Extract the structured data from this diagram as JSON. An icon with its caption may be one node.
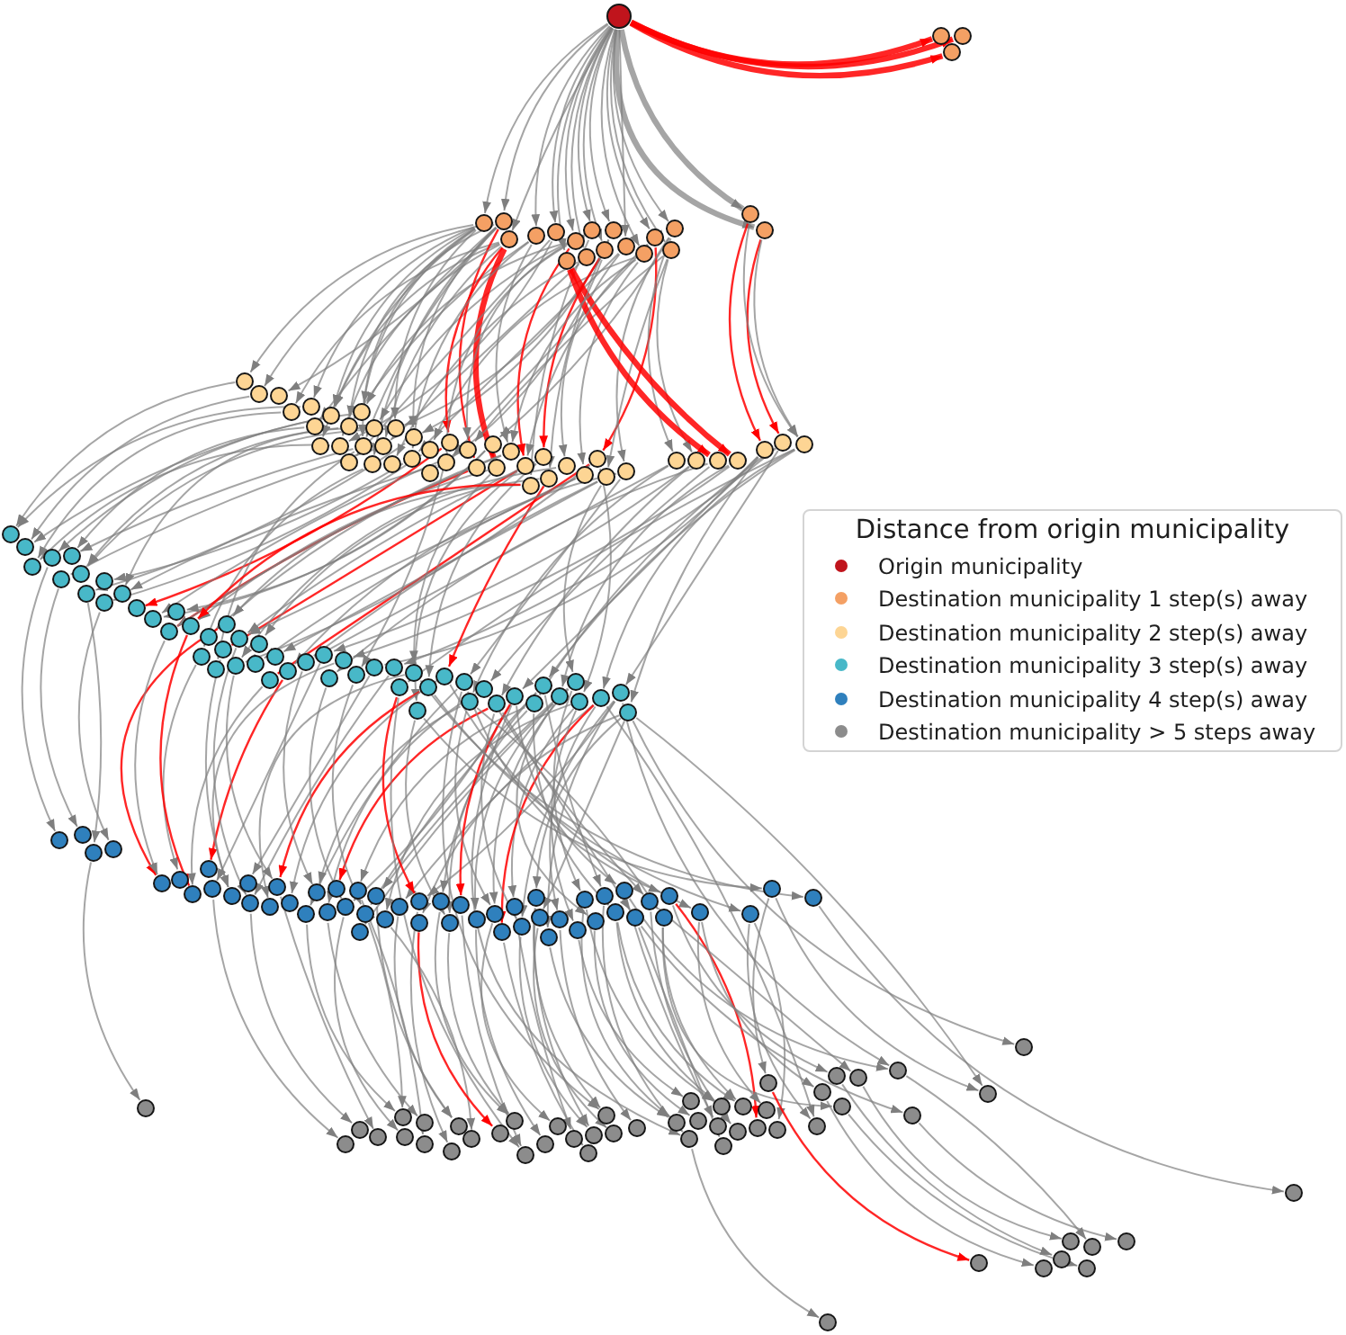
{
  "diagram": {
    "nodes": [
      {
        "text": [],
        "shape": "circle"
      },
      {
        "text": [],
        "shape": "circle"
      },
      {
        "text": [],
        "shape": "circle"
      },
      {
        "text": [],
        "shape": "circle"
      },
      {
        "text": [],
        "shape": "circle"
      },
      {
        "text": [],
        "shape": "circle"
      },
      {
        "text": [],
        "shape": "circle"
      },
      {
        "text": [],
        "shape": "circle"
      },
      {
        "text": [],
        "shape": "circle"
      },
      {
        "text": [],
        "shape": "circle"
      },
      {
        "text": [],
        "shape": "circle"
      },
      {
        "text": [],
        "shape": "circle"
      },
      {
        "text": [],
        "shape": "circle"
      },
      {
        "text": [],
        "shape": "circle"
      },
      {
        "text": [],
        "shape": "circle"
      },
      {
        "text": [],
        "shape": "circle"
      },
      {
        "text": [],
        "shape": "circle"
      },
      {
        "text": [],
        "shape": "circle"
      },
      {
        "text": [],
        "shape": "circle"
      },
      {
        "text": [],
        "shape": "circle"
      },
      {
        "text": [],
        "shape": "circle"
      },
      {
        "text": [],
        "shape": "circle"
      },
      {
        "text": [],
        "shape": "circle"
      },
      {
        "text": [],
        "shape": "circle"
      },
      {
        "text": [],
        "shape": "circle"
      },
      {
        "text": [],
        "shape": "circle"
      },
      {
        "text": [],
        "shape": "circle"
      },
      {
        "text": [],
        "shape": "circle"
      },
      {
        "text": [],
        "shape": "circle"
      },
      {
        "text": [],
        "shape": "circle"
      },
      {
        "text": [],
        "shape": "circle"
      },
      {
        "text": [],
        "shape": "circle"
      },
      {
        "text": [],
        "shape": "circle"
      },
      {
        "text": [],
        "shape": "circle"
      },
      {
        "text": [],
        "shape": "circle"
      },
      {
        "text": [],
        "shape": "circle"
      },
      {
        "text": [],
        "shape": "circle"
      },
      {
        "text": [],
        "shape": "circle"
      },
      {
        "text": [],
        "shape": "circle"
      },
      {
        "text": [],
        "shape": "circle"
      },
      {
        "text": [],
        "shape": "circle"
      },
      {
        "text": [],
        "shape": "circle"
      },
      {
        "text": [],
        "shape": "circle"
      },
      {
        "text": [],
        "shape": "circle"
      },
      {
        "text": [],
        "shape": "circle"
      },
      {
        "text": [],
        "shape": "circle"
      },
      {
        "text": [],
        "shape": "circle"
      },
      {
        "text": [],
        "shape": "circle"
      },
      {
        "text": [],
        "shape": "circle"
      },
      {
        "text": [],
        "shape": "circle"
      },
      {
        "text": [],
        "shape": "circle"
      },
      {
        "text": [],
        "shape": "circle"
      },
      {
        "text": [],
        "shape": "circle"
      },
      {
        "text": [],
        "shape": "circle"
      },
      {
        "text": [],
        "shape": "circle"
      },
      {
        "text": [],
        "shape": "circle"
      },
      {
        "text": [],
        "shape": "circle"
      },
      {
        "text": [],
        "shape": "circle"
      },
      {
        "text": [],
        "shape": "circle"
      },
      {
        "text": [],
        "shape": "circle"
      },
      {
        "text": [],
        "shape": "circle"
      },
      {
        "text": [],
        "shape": "circle"
      },
      {
        "text": [],
        "shape": "circle"
      },
      {
        "text": [],
        "shape": "circle"
      },
      {
        "text": [],
        "shape": "circle"
      },
      {
        "text": [],
        "shape": "circle"
      },
      {
        "text": [],
        "shape": "circle"
      },
      {
        "text": [],
        "shape": "circle"
      },
      {
        "text": [],
        "shape": "circle"
      },
      {
        "text": [],
        "shape": "circle"
      },
      {
        "text": [],
        "shape": "circle"
      },
      {
        "text": [],
        "shape": "circle"
      },
      {
        "text": [],
        "shape": "circle"
      },
      {
        "text": [],
        "shape": "circle"
      },
      {
        "text": [],
        "shape": "circle"
      },
      {
        "text": [],
        "shape": "circle"
      },
      {
        "text": [],
        "shape": "circle"
      },
      {
        "text": [],
        "shape": "circle"
      },
      {
        "text": [],
        "shape": "circle"
      },
      {
        "text": [],
        "shape": "circle"
      },
      {
        "text": [],
        "shape": "circle"
      },
      {
        "text": [],
        "shape": "circle"
      },
      {
        "text": [],
        "shape": "circle"
      },
      {
        "text": [],
        "shape": "circle"
      },
      {
        "text": [],
        "shape": "circle"
      },
      {
        "text": [],
        "shape": "circle"
      },
      {
        "text": [],
        "shape": "circle"
      },
      {
        "text": [],
        "shape": "circle"
      },
      {
        "text": [],
        "shape": "circle"
      },
      {
        "text": [],
        "shape": "circle"
      },
      {
        "text": [],
        "shape": "circle"
      },
      {
        "text": [],
        "shape": "circle"
      },
      {
        "text": [],
        "shape": "circle"
      },
      {
        "text": [],
        "shape": "circle"
      },
      {
        "text": [],
        "shape": "circle"
      },
      {
        "text": [],
        "shape": "circle"
      },
      {
        "text": [],
        "shape": "circle"
      },
      {
        "text": [],
        "shape": "circle"
      },
      {
        "text": [],
        "shape": "circle"
      },
      {
        "text": [],
        "shape": "circle"
      },
      {
        "text": [],
        "shape": "circle"
      },
      {
        "text": [],
        "shape": "circle"
      },
      {
        "text": [],
        "shape": "circle"
      },
      {
        "text": [],
        "shape": "circle"
      },
      {
        "text": [],
        "shape": "circle"
      },
      {
        "text": [],
        "shape": "circle"
      },
      {
        "text": [],
        "shape": "circle"
      },
      {
        "text": [],
        "shape": "circle"
      },
      {
        "text": [],
        "shape": "circle"
      },
      {
        "text": [],
        "shape": "circle"
      },
      {
        "text": [],
        "shape": "circle"
      },
      {
        "text": [],
        "shape": "circle"
      },
      {
        "text": [],
        "shape": "circle"
      },
      {
        "text": [],
        "shape": "circle"
      },
      {
        "text": [],
        "shape": "circle"
      },
      {
        "text": [],
        "shape": "circle"
      },
      {
        "text": [],
        "shape": "circle"
      },
      {
        "text": [],
        "shape": "circle"
      },
      {
        "text": [],
        "shape": "circle"
      },
      {
        "text": [],
        "shape": "circle"
      },
      {
        "text": [],
        "shape": "circle"
      },
      {
        "text": [],
        "shape": "circle"
      },
      {
        "text": [],
        "shape": "circle"
      },
      {
        "text": [],
        "shape": "circle"
      },
      {
        "text": [],
        "shape": "circle"
      },
      {
        "text": [],
        "shape": "circle"
      },
      {
        "text": [],
        "shape": "circle"
      },
      {
        "text": [],
        "shape": "circle"
      },
      {
        "text": [],
        "shape": "circle"
      },
      {
        "text": [],
        "shape": "circle"
      },
      {
        "text": [],
        "shape": "circle"
      },
      {
        "text": [],
        "shape": "circle"
      },
      {
        "text": [],
        "shape": "circle"
      },
      {
        "text": [],
        "shape": "circle"
      },
      {
        "text": [],
        "shape": "circle"
      },
      {
        "text": [],
        "shape": "circle"
      },
      {
        "text": [],
        "shape": "circle"
      },
      {
        "text": [],
        "shape": "circle"
      },
      {
        "text": [],
        "shape": "circle"
      },
      {
        "text": [],
        "shape": "circle"
      },
      {
        "text": [],
        "shape": "circle"
      },
      {
        "text": [],
        "shape": "circle"
      },
      {
        "text": [],
        "shape": "circle"
      },
      {
        "text": [],
        "shape": "circle"
      },
      {
        "text": [],
        "shape": "circle"
      },
      {
        "text": [],
        "shape": "circle"
      },
      {
        "text": [],
        "shape": "circle"
      },
      {
        "text": [],
        "shape": "circle"
      },
      {
        "text": [],
        "shape": "circle"
      },
      {
        "text": [],
        "shape": "circle"
      },
      {
        "text": [],
        "shape": "circle"
      },
      {
        "text": [],
        "shape": "circle"
      },
      {
        "text": [],
        "shape": "circle"
      },
      {
        "text": [],
        "shape": "circle"
      },
      {
        "text": [],
        "shape": "circle"
      },
      {
        "text": [],
        "shape": "circle"
      },
      {
        "text": [],
        "shape": "circle"
      },
      {
        "text": [],
        "shape": "circle"
      },
      {
        "text": [],
        "shape": "circle"
      },
      {
        "text": [],
        "shape": "circle"
      },
      {
        "text": [],
        "shape": "circle"
      },
      {
        "text": [],
        "shape": "circle"
      },
      {
        "text": [],
        "shape": "circle"
      },
      {
        "text": [],
        "shape": "circle"
      },
      {
        "text": [],
        "shape": "circle"
      },
      {
        "text": [],
        "shape": "circle"
      },
      {
        "text": [],
        "shape": "circle"
      },
      {
        "text": [],
        "shape": "circle"
      },
      {
        "text": [],
        "shape": "circle"
      },
      {
        "text": [],
        "shape": "circle"
      },
      {
        "text": [],
        "shape": "circle"
      },
      {
        "text": [],
        "shape": "circle"
      },
      {
        "text": [],
        "shape": "circle"
      },
      {
        "text": [],
        "shape": "circle"
      },
      {
        "text": [],
        "shape": "circle"
      },
      {
        "text": [],
        "shape": "circle"
      },
      {
        "text": [],
        "shape": "circle"
      },
      {
        "text": [],
        "shape": "circle"
      },
      {
        "text": [],
        "shape": "circle"
      },
      {
        "text": [],
        "shape": "circle"
      },
      {
        "text": [],
        "shape": "circle"
      },
      {
        "text": [],
        "shape": "circle"
      },
      {
        "text": [],
        "shape": "circle"
      },
      {
        "text": [],
        "shape": "circle"
      },
      {
        "text": [],
        "shape": "circle"
      },
      {
        "text": [],
        "shape": "circle"
      },
      {
        "text": [],
        "shape": "circle"
      },
      {
        "text": [],
        "shape": "circle"
      },
      {
        "text": [],
        "shape": "circle"
      },
      {
        "text": [],
        "shape": "circle"
      },
      {
        "text": [],
        "shape": "circle"
      },
      {
        "text": [],
        "shape": "circle"
      },
      {
        "text": [],
        "shape": "circle"
      },
      {
        "text": [],
        "shape": "circle"
      },
      {
        "text": [],
        "shape": "circle"
      },
      {
        "text": [],
        "shape": "circle"
      },
      {
        "text": [],
        "shape": "circle"
      },
      {
        "text": [],
        "shape": "circle"
      },
      {
        "text": [],
        "shape": "circle"
      },
      {
        "text": [],
        "shape": "circle"
      },
      {
        "text": [],
        "shape": "circle"
      },
      {
        "text": [],
        "shape": "circle"
      },
      {
        "text": [],
        "shape": "circle"
      },
      {
        "text": [],
        "shape": "circle"
      },
      {
        "text": [],
        "shape": "circle"
      },
      {
        "text": [],
        "shape": "circle"
      },
      {
        "text": [],
        "shape": "circle"
      },
      {
        "text": [],
        "shape": "circle"
      },
      {
        "text": [],
        "shape": "circle"
      },
      {
        "text": [],
        "shape": "circle"
      },
      {
        "text": [],
        "shape": "circle"
      },
      {
        "text": [],
        "shape": "circle"
      },
      {
        "text": [],
        "shape": "circle"
      },
      {
        "text": [],
        "shape": "circle"
      },
      {
        "text": [],
        "shape": "circle"
      },
      {
        "text": [],
        "shape": "circle"
      },
      {
        "text": [],
        "shape": "circle"
      },
      {
        "text": [],
        "shape": "circle"
      },
      {
        "text": [],
        "shape": "circle"
      },
      {
        "text": [],
        "shape": "circle"
      },
      {
        "text": [],
        "shape": "circle"
      },
      {
        "text": [],
        "shape": "circle"
      },
      {
        "text": [],
        "shape": "circle"
      },
      {
        "text": [],
        "shape": "circle"
      },
      {
        "text": [],
        "shape": "circle"
      },
      {
        "text": [],
        "shape": "circle"
      },
      {
        "text": [],
        "shape": "circle"
      }
    ],
    "edges": [
      {
        "from": 0,
        "to": 1,
        "arrow": "to"
      },
      {
        "from": 0,
        "to": 2,
        "arrow": "to"
      },
      {
        "from": 0,
        "to": 3,
        "arrow": "to"
      },
      {
        "from": 0,
        "to": 4,
        "arrow": "to"
      },
      {
        "from": 0,
        "to": 5,
        "arrow": "to"
      },
      {
        "from": 0,
        "to": 6,
        "arrow": "to"
      },
      {
        "from": 0,
        "to": 7,
        "arrow": "to"
      },
      {
        "from": 0,
        "to": 8,
        "arrow": "to"
      },
      {
        "from": 0,
        "to": 9,
        "arrow": "to"
      },
      {
        "from": 0,
        "to": 10,
        "arrow": "to"
      },
      {
        "from": 0,
        "to": 11,
        "arrow": "to"
      },
      {
        "from": 0,
        "to": 12,
        "arrow": "to"
      },
      {
        "from": 0,
        "to": 13,
        "arrow": "to"
      },
      {
        "from": 0,
        "to": 14,
        "arrow": "to"
      },
      {
        "from": 0,
        "to": 15,
        "arrow": "to"
      },
      {
        "from": 0,
        "to": 16,
        "arrow": "to"
      },
      {
        "from": 0,
        "to": 17,
        "arrow": "to",
        "style": "thick"
      },
      {
        "from": 0,
        "to": 18,
        "arrow": "to",
        "style": "thick"
      },
      {
        "from": 0,
        "to": 19,
        "arrow": "to",
        "style": "thick",
        "color": "#ff0000"
      },
      {
        "from": 0,
        "to": 20,
        "arrow": "to",
        "style": "thick",
        "color": "#ff0000"
      },
      {
        "from": 0,
        "to": 21,
        "arrow": "to",
        "style": "thick",
        "color": "#ff0000"
      },
      {
        "from": 1,
        "to": 22,
        "arrow": "to"
      },
      {
        "from": 2,
        "to": 23,
        "arrow": "to"
      },
      {
        "from": 2,
        "to": 24,
        "arrow": "to"
      },
      {
        "from": 3,
        "to": 25,
        "arrow": "to"
      },
      {
        "from": 1,
        "to": 26,
        "arrow": "to"
      },
      {
        "from": 2,
        "to": 27,
        "arrow": "to"
      },
      {
        "from": 3,
        "to": 28,
        "arrow": "to"
      },
      {
        "from": 4,
        "to": 29,
        "arrow": "to"
      },
      {
        "from": 5,
        "to": 30,
        "arrow": "to"
      },
      {
        "from": 6,
        "to": 31,
        "arrow": "to"
      },
      {
        "from": 7,
        "to": 32,
        "arrow": "to"
      },
      {
        "from": 1,
        "to": 33,
        "arrow": "to"
      },
      {
        "from": 8,
        "to": 34,
        "arrow": "to"
      },
      {
        "from": 9,
        "to": 35,
        "arrow": "to"
      },
      {
        "from": 10,
        "to": 36,
        "arrow": "to"
      },
      {
        "from": 2,
        "to": 37,
        "arrow": "to"
      },
      {
        "from": 11,
        "to": 38,
        "arrow": "to"
      },
      {
        "from": 12,
        "to": 39,
        "arrow": "to"
      },
      {
        "from": 13,
        "to": 40,
        "arrow": "to"
      },
      {
        "from": 3,
        "to": 41,
        "arrow": "to",
        "color": "#ff0000"
      },
      {
        "from": 14,
        "to": 42,
        "arrow": "to"
      },
      {
        "from": 2,
        "to": 43,
        "arrow": "to",
        "color": "#ff0000"
      },
      {
        "from": 15,
        "to": 44,
        "arrow": "to"
      },
      {
        "from": 3,
        "to": 45,
        "arrow": "to",
        "style": "thick",
        "color": "#ff0000"
      },
      {
        "from": 4,
        "to": 46,
        "arrow": "to"
      },
      {
        "from": 6,
        "to": 47,
        "arrow": "to",
        "color": "#ff0000"
      },
      {
        "from": 7,
        "to": 48,
        "arrow": "to"
      },
      {
        "from": 9,
        "to": 49,
        "arrow": "to",
        "color": "#ff0000"
      },
      {
        "from": 10,
        "to": 50,
        "arrow": "to"
      },
      {
        "from": 11,
        "to": 51,
        "arrow": "to"
      },
      {
        "from": 12,
        "to": 52,
        "arrow": "to"
      },
      {
        "from": 13,
        "to": 53,
        "arrow": "to",
        "color": "#ff0000"
      },
      {
        "from": 14,
        "to": 54,
        "arrow": "to"
      },
      {
        "from": 15,
        "to": 55,
        "arrow": "to"
      },
      {
        "from": 15,
        "to": 56,
        "arrow": "to"
      },
      {
        "from": 14,
        "to": 57,
        "arrow": "to"
      },
      {
        "from": 16,
        "to": 58,
        "arrow": "to",
        "style": "thick",
        "color": "#ff0000"
      },
      {
        "from": 16,
        "to": 59,
        "arrow": "to",
        "style": "thick",
        "color": "#ff0000"
      },
      {
        "from": 17,
        "to": 60,
        "arrow": "to",
        "color": "#ff0000"
      },
      {
        "from": 18,
        "to": 61,
        "arrow": "to",
        "color": "#ff0000"
      },
      {
        "from": 17,
        "to": 62,
        "arrow": "to"
      },
      {
        "from": 1,
        "to": 63,
        "arrow": "to"
      },
      {
        "from": 5,
        "to": 64,
        "arrow": "to"
      },
      {
        "from": 8,
        "to": 65,
        "arrow": "to"
      },
      {
        "from": 9,
        "to": 66,
        "arrow": "to"
      },
      {
        "from": 1,
        "to": 28,
        "arrow": "to"
      },
      {
        "from": 1,
        "to": 31,
        "arrow": "to"
      },
      {
        "from": 1,
        "to": 35,
        "arrow": "to"
      },
      {
        "from": 2,
        "to": 29,
        "arrow": "to"
      },
      {
        "from": 2,
        "to": 33,
        "arrow": "to"
      },
      {
        "from": 2,
        "to": 36,
        "arrow": "to"
      },
      {
        "from": 3,
        "to": 30,
        "arrow": "to"
      },
      {
        "from": 3,
        "to": 34,
        "arrow": "to"
      },
      {
        "from": 4,
        "to": 38,
        "arrow": "to"
      },
      {
        "from": 6,
        "to": 40,
        "arrow": "to"
      },
      {
        "from": 7,
        "to": 42,
        "arrow": "to"
      },
      {
        "from": 12,
        "to": 46,
        "arrow": "to"
      },
      {
        "from": 13,
        "to": 47,
        "arrow": "to"
      },
      {
        "from": 18,
        "to": 62,
        "arrow": "to"
      },
      {
        "from": 26,
        "to": 67,
        "arrow": "to"
      },
      {
        "from": 28,
        "to": 68,
        "arrow": "to"
      },
      {
        "from": 30,
        "to": 69,
        "arrow": "to"
      },
      {
        "from": 31,
        "to": 70,
        "arrow": "to"
      },
      {
        "from": 33,
        "to": 71,
        "arrow": "to"
      },
      {
        "from": 34,
        "to": 72,
        "arrow": "to"
      },
      {
        "from": 35,
        "to": 73,
        "arrow": "to"
      },
      {
        "from": 36,
        "to": 74,
        "arrow": "to"
      },
      {
        "from": 38,
        "to": 75,
        "arrow": "to"
      },
      {
        "from": 39,
        "to": 76,
        "arrow": "to"
      },
      {
        "from": 40,
        "to": 77,
        "arrow": "to"
      },
      {
        "from": 41,
        "to": 78,
        "arrow": "to",
        "color": "#ff0000"
      },
      {
        "from": 42,
        "to": 79,
        "arrow": "to"
      },
      {
        "from": 43,
        "to": 80,
        "arrow": "to",
        "color": "#ff0000"
      },
      {
        "from": 44,
        "to": 81,
        "arrow": "to"
      },
      {
        "from": 45,
        "to": 82,
        "arrow": "to"
      },
      {
        "from": 46,
        "to": 83,
        "arrow": "to"
      },
      {
        "from": 47,
        "to": 84,
        "arrow": "to",
        "color": "#ff0000"
      },
      {
        "from": 48,
        "to": 85,
        "arrow": "to"
      },
      {
        "from": 49,
        "to": 86,
        "arrow": "to"
      },
      {
        "from": 50,
        "to": 87,
        "arrow": "to"
      },
      {
        "from": 37,
        "to": 88,
        "arrow": "to"
      },
      {
        "from": 33,
        "to": 89,
        "arrow": "to"
      },
      {
        "from": 51,
        "to": 90,
        "arrow": "to"
      },
      {
        "from": 52,
        "to": 91,
        "arrow": "to"
      },
      {
        "from": 53,
        "to": 92,
        "arrow": "to",
        "color": "#ff0000"
      },
      {
        "from": 54,
        "to": 93,
        "arrow": "to"
      },
      {
        "from": 55,
        "to": 94,
        "arrow": "to"
      },
      {
        "from": 56,
        "to": 95,
        "arrow": "to"
      },
      {
        "from": 57,
        "to": 96,
        "arrow": "to"
      },
      {
        "from": 58,
        "to": 97,
        "arrow": "to"
      },
      {
        "from": 59,
        "to": 98,
        "arrow": "to"
      },
      {
        "from": 41,
        "to": 99,
        "arrow": "to"
      },
      {
        "from": 60,
        "to": 100,
        "arrow": "to"
      },
      {
        "from": 61,
        "to": 101,
        "arrow": "to"
      },
      {
        "from": 62,
        "to": 102,
        "arrow": "to"
      },
      {
        "from": 45,
        "to": 103,
        "arrow": "to"
      },
      {
        "from": 47,
        "to": 104,
        "arrow": "to"
      },
      {
        "from": 49,
        "to": 105,
        "arrow": "to"
      },
      {
        "from": 50,
        "to": 106,
        "arrow": "to",
        "color": "#ff0000"
      },
      {
        "from": 55,
        "to": 107,
        "arrow": "to"
      },
      {
        "from": 56,
        "to": 108,
        "arrow": "to"
      },
      {
        "from": 58,
        "to": 109,
        "arrow": "to"
      },
      {
        "from": 57,
        "to": 110,
        "arrow": "to"
      },
      {
        "from": 60,
        "to": 111,
        "arrow": "to"
      },
      {
        "from": 61,
        "to": 112,
        "arrow": "to"
      },
      {
        "from": 62,
        "to": 113,
        "arrow": "to"
      },
      {
        "from": 59,
        "to": 114,
        "arrow": "to"
      },
      {
        "from": 54,
        "to": 115,
        "arrow": "to"
      },
      {
        "from": 53,
        "to": 116,
        "arrow": "to"
      },
      {
        "from": 62,
        "to": 117,
        "arrow": "to"
      },
      {
        "from": 61,
        "to": 118,
        "arrow": "to"
      },
      {
        "from": 60,
        "to": 119,
        "arrow": "to"
      },
      {
        "from": 22,
        "to": 67,
        "arrow": "to"
      },
      {
        "from": 23,
        "to": 68,
        "arrow": "to"
      },
      {
        "from": 25,
        "to": 69,
        "arrow": "to"
      },
      {
        "from": 27,
        "to": 71,
        "arrow": "to"
      },
      {
        "from": 29,
        "to": 73,
        "arrow": "to"
      },
      {
        "from": 32,
        "to": 77,
        "arrow": "to"
      },
      {
        "from": 44,
        "to": 79,
        "arrow": "to"
      },
      {
        "from": 46,
        "to": 80,
        "arrow": "to"
      },
      {
        "from": 48,
        "to": 82,
        "arrow": "to",
        "color": "#ff0000"
      },
      {
        "from": 52,
        "to": 86,
        "arrow": "to"
      },
      {
        "from": 53,
        "to": 90,
        "arrow": "to"
      },
      {
        "from": 54,
        "to": 95,
        "arrow": "to"
      },
      {
        "from": 70,
        "to": 120,
        "arrow": "to"
      },
      {
        "from": 72,
        "to": 121,
        "arrow": "to"
      },
      {
        "from": 74,
        "to": 122,
        "arrow": "to"
      },
      {
        "from": 76,
        "to": 123,
        "arrow": "to"
      },
      {
        "from": 85,
        "to": 124,
        "arrow": "to",
        "color": "#ff0000"
      },
      {
        "from": 88,
        "to": 125,
        "arrow": "to"
      },
      {
        "from": 92,
        "to": 126,
        "arrow": "to"
      },
      {
        "from": 94,
        "to": 127,
        "arrow": "to",
        "color": "#ff0000"
      },
      {
        "from": 96,
        "to": 128,
        "arrow": "to"
      },
      {
        "from": 98,
        "to": 129,
        "arrow": "to"
      },
      {
        "from": 100,
        "to": 130,
        "arrow": "to"
      },
      {
        "from": 101,
        "to": 131,
        "arrow": "to"
      },
      {
        "from": 103,
        "to": 132,
        "arrow": "to"
      },
      {
        "from": 105,
        "to": 133,
        "arrow": "to",
        "color": "#ff0000"
      },
      {
        "from": 106,
        "to": 134,
        "arrow": "to"
      },
      {
        "from": 107,
        "to": 135,
        "arrow": "to"
      },
      {
        "from": 108,
        "to": 136,
        "arrow": "to"
      },
      {
        "from": 109,
        "to": 137,
        "arrow": "to"
      },
      {
        "from": 110,
        "to": 138,
        "arrow": "to",
        "color": "#ff0000"
      },
      {
        "from": 111,
        "to": 139,
        "arrow": "to"
      },
      {
        "from": 112,
        "to": 140,
        "arrow": "to"
      },
      {
        "from": 113,
        "to": 141,
        "arrow": "to"
      },
      {
        "from": 114,
        "to": 142,
        "arrow": "to"
      },
      {
        "from": 115,
        "to": 143,
        "arrow": "to"
      },
      {
        "from": 116,
        "to": 144,
        "arrow": "to"
      },
      {
        "from": 117,
        "to": 145,
        "arrow": "to"
      },
      {
        "from": 118,
        "to": 146,
        "arrow": "to"
      },
      {
        "from": 119,
        "to": 147,
        "arrow": "to"
      },
      {
        "from": 113,
        "to": 148,
        "arrow": "to"
      },
      {
        "from": 112,
        "to": 149,
        "arrow": "to"
      },
      {
        "from": 111,
        "to": 150,
        "arrow": "to",
        "color": "#ff0000"
      },
      {
        "from": 114,
        "to": 151,
        "arrow": "to"
      },
      {
        "from": 115,
        "to": 152,
        "arrow": "to"
      },
      {
        "from": 116,
        "to": 153,
        "arrow": "to"
      },
      {
        "from": 117,
        "to": 154,
        "arrow": "to",
        "color": "#ff0000"
      },
      {
        "from": 118,
        "to": 155,
        "arrow": "to"
      },
      {
        "from": 119,
        "to": 156,
        "arrow": "to"
      },
      {
        "from": 119,
        "to": 157,
        "arrow": "to"
      },
      {
        "from": 118,
        "to": 158,
        "arrow": "to"
      },
      {
        "from": 117,
        "to": 159,
        "arrow": "to"
      },
      {
        "from": 116,
        "to": 160,
        "arrow": "to"
      },
      {
        "from": 115,
        "to": 161,
        "arrow": "to"
      },
      {
        "from": 114,
        "to": 162,
        "arrow": "to"
      },
      {
        "from": 113,
        "to": 163,
        "arrow": "to"
      },
      {
        "from": 112,
        "to": 164,
        "arrow": "to"
      },
      {
        "from": 111,
        "to": 165,
        "arrow": "to"
      },
      {
        "from": 110,
        "to": 166,
        "arrow": "to"
      },
      {
        "from": 109,
        "to": 167,
        "arrow": "to"
      },
      {
        "from": 108,
        "to": 168,
        "arrow": "to"
      },
      {
        "from": 107,
        "to": 169,
        "arrow": "to"
      },
      {
        "from": 106,
        "to": 170,
        "arrow": "to"
      },
      {
        "from": 105,
        "to": 171,
        "arrow": "to"
      },
      {
        "from": 104,
        "to": 172,
        "arrow": "to"
      },
      {
        "from": 103,
        "to": 173,
        "arrow": "to"
      },
      {
        "from": 80,
        "to": 124,
        "arrow": "to"
      },
      {
        "from": 82,
        "to": 126,
        "arrow": "to",
        "color": "#ff0000"
      },
      {
        "from": 84,
        "to": 129,
        "arrow": "to"
      },
      {
        "from": 86,
        "to": 131,
        "arrow": "to"
      },
      {
        "from": 90,
        "to": 133,
        "arrow": "to"
      },
      {
        "from": 95,
        "to": 136,
        "arrow": "to"
      },
      {
        "from": 97,
        "to": 139,
        "arrow": "to"
      },
      {
        "from": 99,
        "to": 141,
        "arrow": "to"
      },
      {
        "from": 102,
        "to": 146,
        "arrow": "to",
        "color": "#ff0000"
      },
      {
        "from": 104,
        "to": 149,
        "arrow": "to"
      },
      {
        "from": 108,
        "to": 152,
        "arrow": "to"
      },
      {
        "from": 110,
        "to": 155,
        "arrow": "to"
      },
      {
        "from": 122,
        "to": 174,
        "arrow": "to"
      },
      {
        "from": 128,
        "to": 175,
        "arrow": "to"
      },
      {
        "from": 131,
        "to": 176,
        "arrow": "to"
      },
      {
        "from": 133,
        "to": 177,
        "arrow": "to"
      },
      {
        "from": 135,
        "to": 178,
        "arrow": "to"
      },
      {
        "from": 137,
        "to": 179,
        "arrow": "to"
      },
      {
        "from": 139,
        "to": 180,
        "arrow": "to"
      },
      {
        "from": 140,
        "to": 181,
        "arrow": "to"
      },
      {
        "from": 143,
        "to": 182,
        "arrow": "to"
      },
      {
        "from": 144,
        "to": 183,
        "arrow": "to"
      },
      {
        "from": 146,
        "to": 184,
        "arrow": "to"
      },
      {
        "from": 147,
        "to": 185,
        "arrow": "to",
        "color": "#ff0000"
      },
      {
        "from": 148,
        "to": 186,
        "arrow": "to"
      },
      {
        "from": 150,
        "to": 187,
        "arrow": "to"
      },
      {
        "from": 151,
        "to": 188,
        "arrow": "to"
      },
      {
        "from": 152,
        "to": 189,
        "arrow": "to"
      },
      {
        "from": 153,
        "to": 190,
        "arrow": "to"
      },
      {
        "from": 154,
        "to": 191,
        "arrow": "to"
      },
      {
        "from": 155,
        "to": 192,
        "arrow": "to"
      },
      {
        "from": 156,
        "to": 193,
        "arrow": "to"
      },
      {
        "from": 157,
        "to": 194,
        "arrow": "to"
      },
      {
        "from": 159,
        "to": 195,
        "arrow": "to"
      },
      {
        "from": 160,
        "to": 196,
        "arrow": "to"
      },
      {
        "from": 161,
        "to": 197,
        "arrow": "to"
      },
      {
        "from": 162,
        "to": 198,
        "arrow": "to"
      },
      {
        "from": 163,
        "to": 199,
        "arrow": "to"
      },
      {
        "from": 164,
        "to": 200,
        "arrow": "to"
      },
      {
        "from": 165,
        "to": 201,
        "arrow": "to"
      },
      {
        "from": 166,
        "to": 202,
        "arrow": "to"
      },
      {
        "from": 167,
        "to": 203,
        "arrow": "to"
      },
      {
        "from": 168,
        "to": 204,
        "arrow": "to"
      },
      {
        "from": 169,
        "to": 205,
        "arrow": "to",
        "color": "#ff0000"
      },
      {
        "from": 170,
        "to": 206,
        "arrow": "to"
      },
      {
        "from": 171,
        "to": 207,
        "arrow": "to"
      },
      {
        "from": 172,
        "to": 208,
        "arrow": "to"
      },
      {
        "from": 171,
        "to": 209,
        "arrow": "to"
      },
      {
        "from": 170,
        "to": 210,
        "arrow": "to"
      },
      {
        "from": 169,
        "to": 211,
        "arrow": "to"
      },
      {
        "from": 168,
        "to": 212,
        "arrow": "to"
      },
      {
        "from": 167,
        "to": 213,
        "arrow": "to"
      },
      {
        "from": 165,
        "to": 214,
        "arrow": "to"
      },
      {
        "from": 166,
        "to": 215,
        "arrow": "to"
      },
      {
        "from": 172,
        "to": 216,
        "arrow": "to"
      },
      {
        "from": 119,
        "to": 217,
        "arrow": "to"
      },
      {
        "from": 173,
        "to": 218,
        "arrow": "to"
      },
      {
        "from": 208,
        "to": 219,
        "arrow": "to",
        "color": "#ff0000"
      },
      {
        "from": 210,
        "to": 220,
        "arrow": "to"
      },
      {
        "from": 211,
        "to": 221,
        "arrow": "to"
      },
      {
        "from": 213,
        "to": 222,
        "arrow": "to"
      },
      {
        "from": 214,
        "to": 223,
        "arrow": "to"
      },
      {
        "from": 212,
        "to": 224,
        "arrow": "to"
      },
      {
        "from": 215,
        "to": 225,
        "arrow": "to"
      },
      {
        "from": 199,
        "to": 226,
        "arrow": "to"
      },
      {
        "from": 141,
        "to": 178,
        "arrow": "to"
      },
      {
        "from": 145,
        "to": 182,
        "arrow": "to"
      },
      {
        "from": 149,
        "to": 186,
        "arrow": "to"
      },
      {
        "from": 156,
        "to": 192,
        "arrow": "to"
      },
      {
        "from": 158,
        "to": 197,
        "arrow": "to"
      },
      {
        "from": 161,
        "to": 200,
        "arrow": "to"
      },
      {
        "from": 164,
        "to": 204,
        "arrow": "to"
      },
      {
        "from": 102,
        "to": 187,
        "arrow": "to"
      },
      {
        "from": 107,
        "to": 193,
        "arrow": "to"
      },
      {
        "from": 111,
        "to": 199,
        "arrow": "to"
      },
      {
        "from": 117,
        "to": 209,
        "arrow": "to"
      },
      {
        "from": 118,
        "to": 214,
        "arrow": "to"
      },
      {
        "from": 119,
        "to": 216,
        "arrow": "to"
      }
    ],
    "labels": [
      "Distance from origin municipality"
    ],
    "legend": [
      {
        "text": "Origin municipality",
        "color": "#c0141c"
      },
      {
        "text": "Destination municipality 1 step(s) away",
        "color": "#f4a064"
      },
      {
        "text": "Destination municipality 2 step(s) away",
        "color": "#fdd594"
      },
      {
        "text": "Destination municipality 3 step(s) away",
        "color": "#48b8c8"
      },
      {
        "text": "Destination municipality 4 step(s) away",
        "color": "#2f80bd"
      },
      {
        "text": "Destination municipality > 5 steps away",
        "color": "#8c8c8c"
      }
    ]
  }
}
